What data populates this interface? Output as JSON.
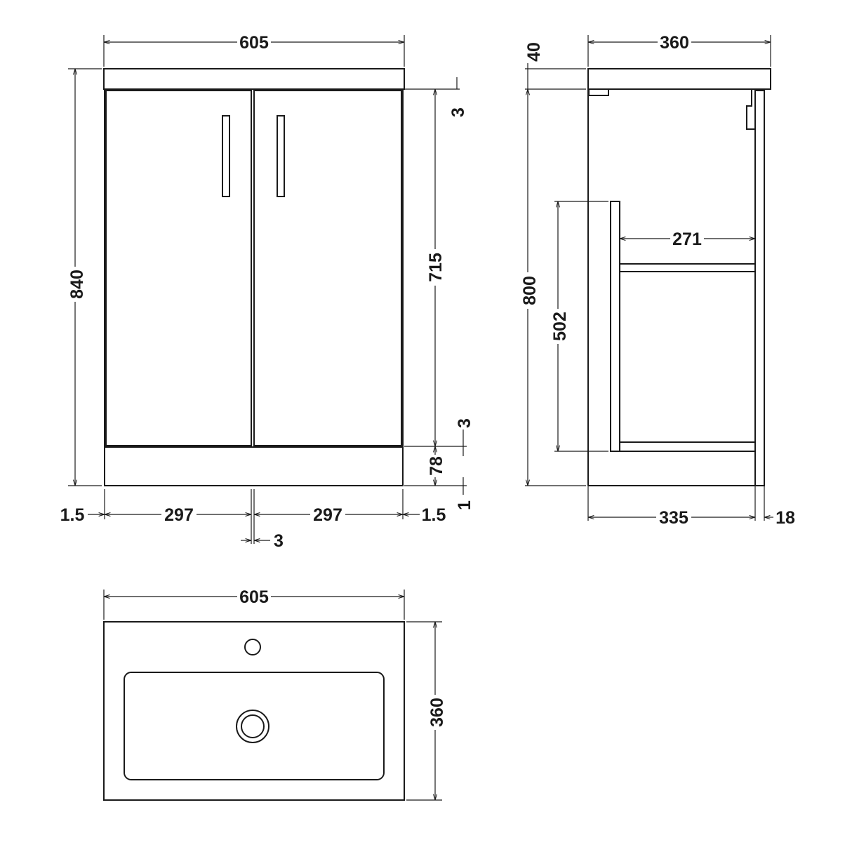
{
  "front_view": {
    "width": "605",
    "height": "840",
    "door_height": "715",
    "top_gap": "3",
    "bottom_gap": "3",
    "plinth": "78",
    "floor_gap": "1",
    "side_gap_left": "1.5",
    "door_left": "297",
    "door_right": "297",
    "side_gap_right": "1.5",
    "center_gap": "3"
  },
  "side_view": {
    "depth": "360",
    "top_thickness": "40",
    "body_height": "800",
    "shelf_depth": "271",
    "shelf_height": "502",
    "body_depth": "335",
    "door_thickness": "18"
  },
  "top_view": {
    "width": "605",
    "depth": "360"
  },
  "colors": {
    "line": "#1a1a1a",
    "background": "#ffffff"
  }
}
